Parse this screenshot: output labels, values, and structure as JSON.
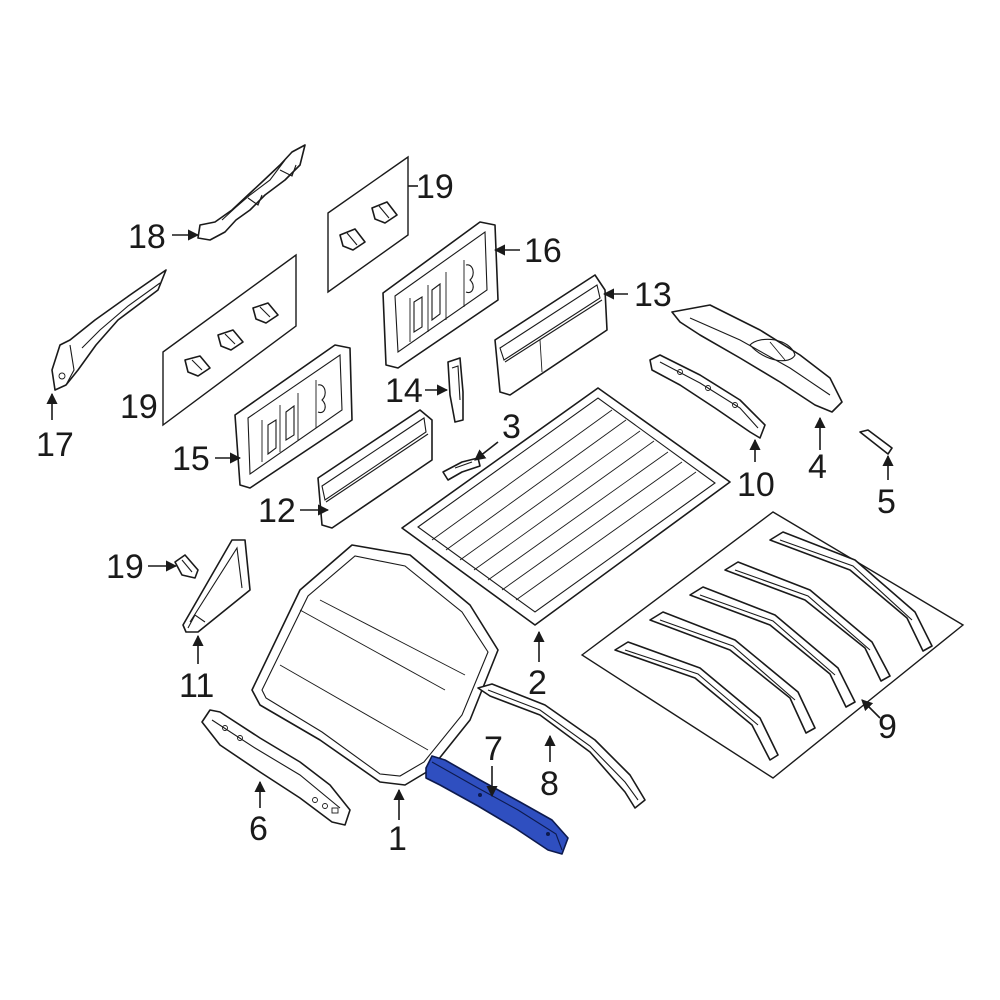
{
  "diagram": {
    "highlight_color": "#2f4fc0",
    "highlighted_part": "7",
    "callouts": {
      "c1": "1",
      "c2": "2",
      "c3": "3",
      "c4": "4",
      "c5": "5",
      "c6": "6",
      "c7": "7",
      "c8": "8",
      "c9": "9",
      "c10": "10",
      "c11": "11",
      "c12": "12",
      "c13": "13",
      "c14": "14",
      "c15": "15",
      "c16": "16",
      "c17": "17",
      "c18": "18",
      "c19a": "19",
      "c19b": "19",
      "c19c": "19"
    }
  }
}
